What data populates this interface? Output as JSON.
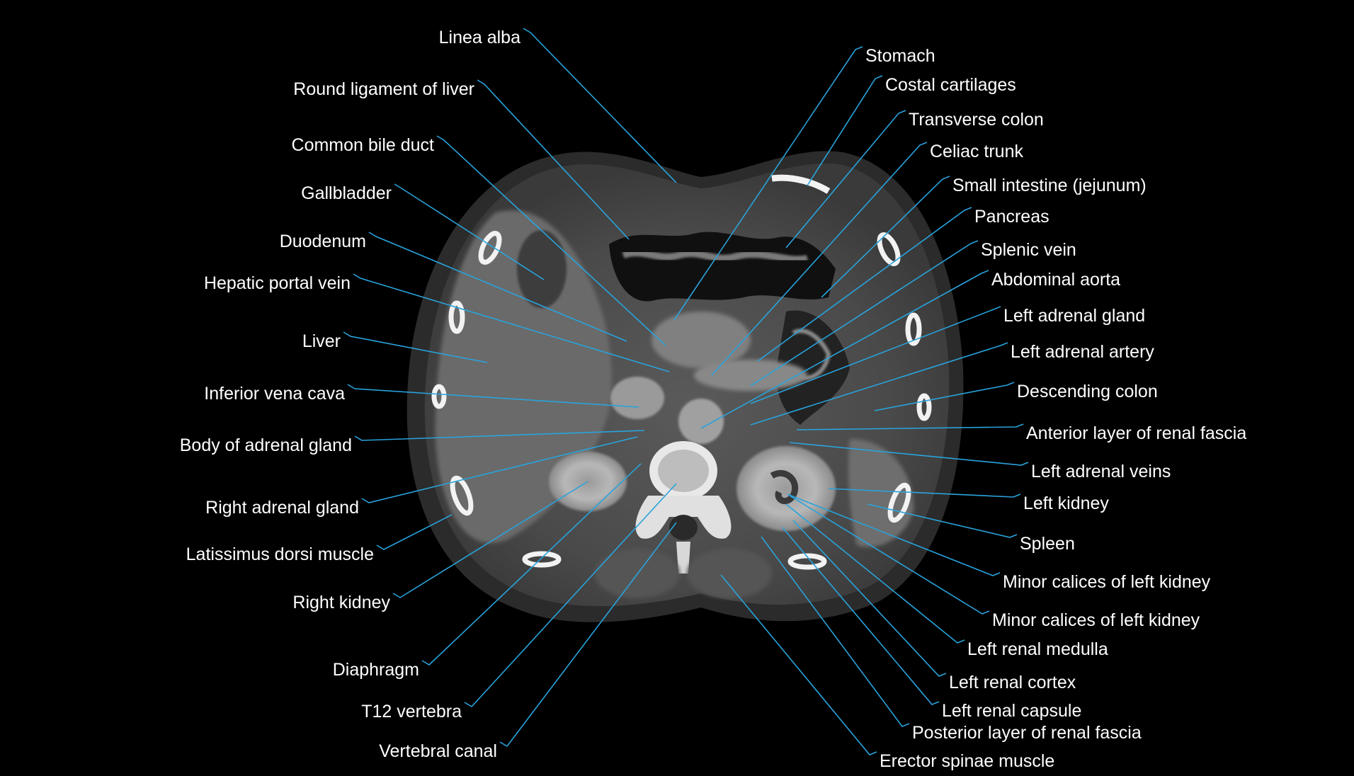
{
  "figure": {
    "background_color": "#000000",
    "leader_color": "#29A3DC",
    "label_color": "#FFFFFF",
    "left_labels": [
      {
        "key": "linea_alba",
        "text": "Linea alba"
      },
      {
        "key": "round_ligament",
        "text": "Round ligament of liver"
      },
      {
        "key": "common_bile_duct",
        "text": "Common bile duct"
      },
      {
        "key": "gallbladder",
        "text": "Gallbladder"
      },
      {
        "key": "duodenum",
        "text": "Duodenum"
      },
      {
        "key": "hepatic_portal_vein",
        "text": "Hepatic portal vein"
      },
      {
        "key": "liver",
        "text": "Liver"
      },
      {
        "key": "ivc",
        "text": "Inferior vena cava"
      },
      {
        "key": "body_adrenal",
        "text": "Body of adrenal gland"
      },
      {
        "key": "right_adrenal",
        "text": "Right adrenal gland"
      },
      {
        "key": "latissimus",
        "text": "Latissimus dorsi muscle"
      },
      {
        "key": "right_kidney",
        "text": "Right kidney"
      },
      {
        "key": "diaphragm",
        "text": "Diaphragm"
      },
      {
        "key": "t12",
        "text": "T12 vertebra"
      },
      {
        "key": "vertebral_canal",
        "text": "Vertebral canal"
      }
    ],
    "right_labels": [
      {
        "key": "stomach",
        "text": "Stomach"
      },
      {
        "key": "costal_cartilages",
        "text": "Costal cartilages"
      },
      {
        "key": "transverse_colon",
        "text": "Transverse colon"
      },
      {
        "key": "celiac_trunk",
        "text": "Celiac trunk"
      },
      {
        "key": "jejunum",
        "text": "Small intestine (jejunum)"
      },
      {
        "key": "pancreas",
        "text": "Pancreas"
      },
      {
        "key": "splenic_vein",
        "text": "Splenic vein"
      },
      {
        "key": "abdominal_aorta",
        "text": "Abdominal aorta"
      },
      {
        "key": "left_adrenal_gland",
        "text": "Left adrenal gland"
      },
      {
        "key": "left_adrenal_artery",
        "text": "Left adrenal artery"
      },
      {
        "key": "descending_colon",
        "text": "Descending colon"
      },
      {
        "key": "anterior_renal_fascia",
        "text": "Anterior layer of renal fascia"
      },
      {
        "key": "left_adrenal_veins",
        "text": "Left adrenal veins"
      },
      {
        "key": "left_kidney",
        "text": "Left kidney"
      },
      {
        "key": "spleen",
        "text": "Spleen"
      },
      {
        "key": "minor_calices_1",
        "text": "Minor calices of left kidney"
      },
      {
        "key": "minor_calices_2",
        "text": "Minor calices of left kidney"
      },
      {
        "key": "left_renal_medulla",
        "text": "Left renal medulla"
      },
      {
        "key": "left_renal_cortex",
        "text": "Left renal cortex"
      },
      {
        "key": "left_renal_capsule",
        "text": "Left renal capsule"
      },
      {
        "key": "posterior_renal_fascia",
        "text": "Posterior layer of renal fascia"
      },
      {
        "key": "erector_spinae",
        "text": "Erector spinae muscle"
      }
    ]
  }
}
